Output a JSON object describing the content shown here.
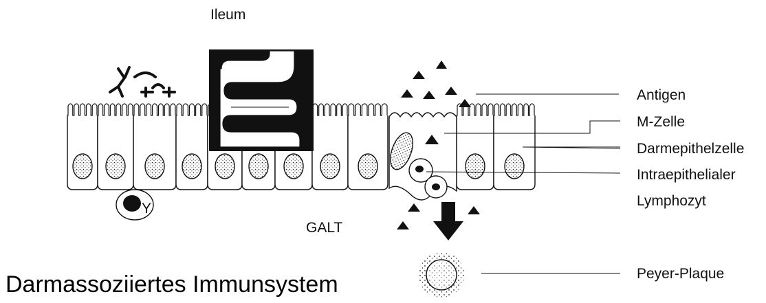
{
  "title": "Darmassoziiertes Immunsystem",
  "organ_label": "Ileum",
  "galt_label": "GALT",
  "antibody_label": "Y",
  "labels": {
    "antigen": "Antigen",
    "m_cell": "M-Zelle",
    "epithelial_cell": "Darmepithelzelle",
    "iel_line1": "Intraepithelialer",
    "iel_line2": "Lymphozyt",
    "peyer": "Peyer-Plaque"
  }
}
